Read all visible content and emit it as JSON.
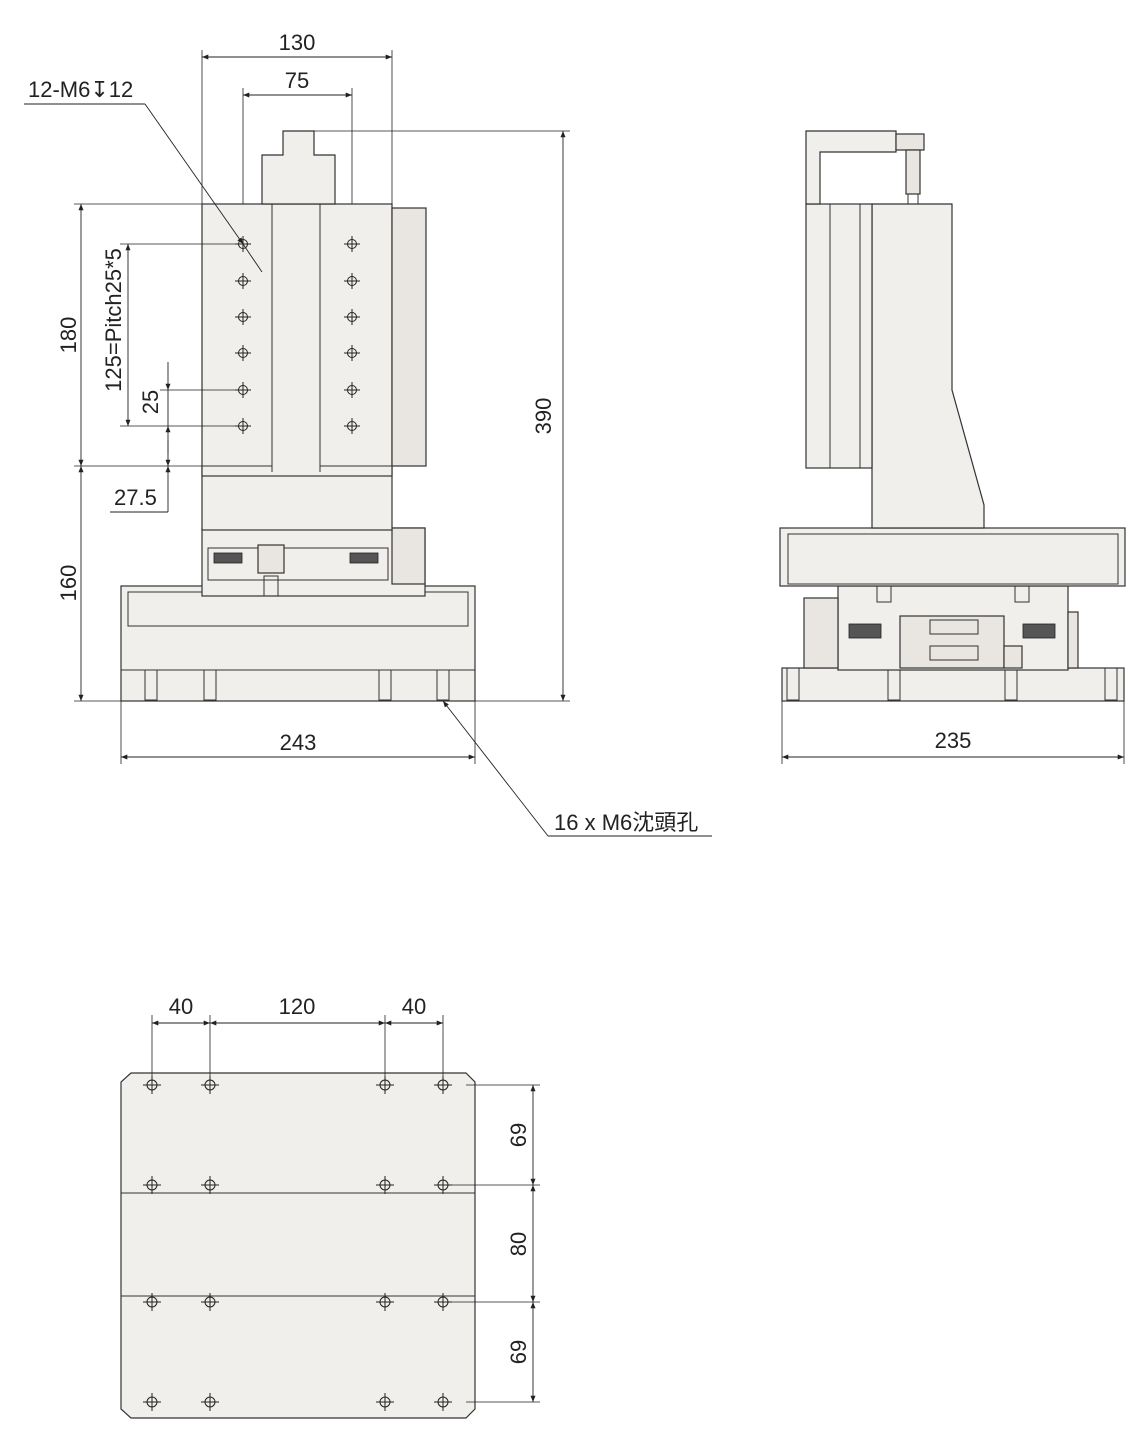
{
  "front_view": {
    "dims": {
      "top_width": "130",
      "inner_width": "75",
      "carriage_height": "180",
      "pitch": "125=Pitch25*5",
      "pitch_unit": "25",
      "offset": "27.5",
      "base_height": "160",
      "total_height": "390",
      "base_width": "243"
    },
    "tap_callout": "12-M6↧12",
    "cbore_callout": "16 x M6沈頭孔"
  },
  "side_view": {
    "dims": {
      "base_width": "235"
    }
  },
  "bottom_view": {
    "dims": {
      "left_spacing": "40",
      "center_spacing": "120",
      "right_spacing": "40",
      "top_row": "69",
      "middle_row": "80",
      "bottom_row": "69"
    }
  },
  "colors": {
    "part_fill": "#f1efec",
    "line": "#333333"
  }
}
